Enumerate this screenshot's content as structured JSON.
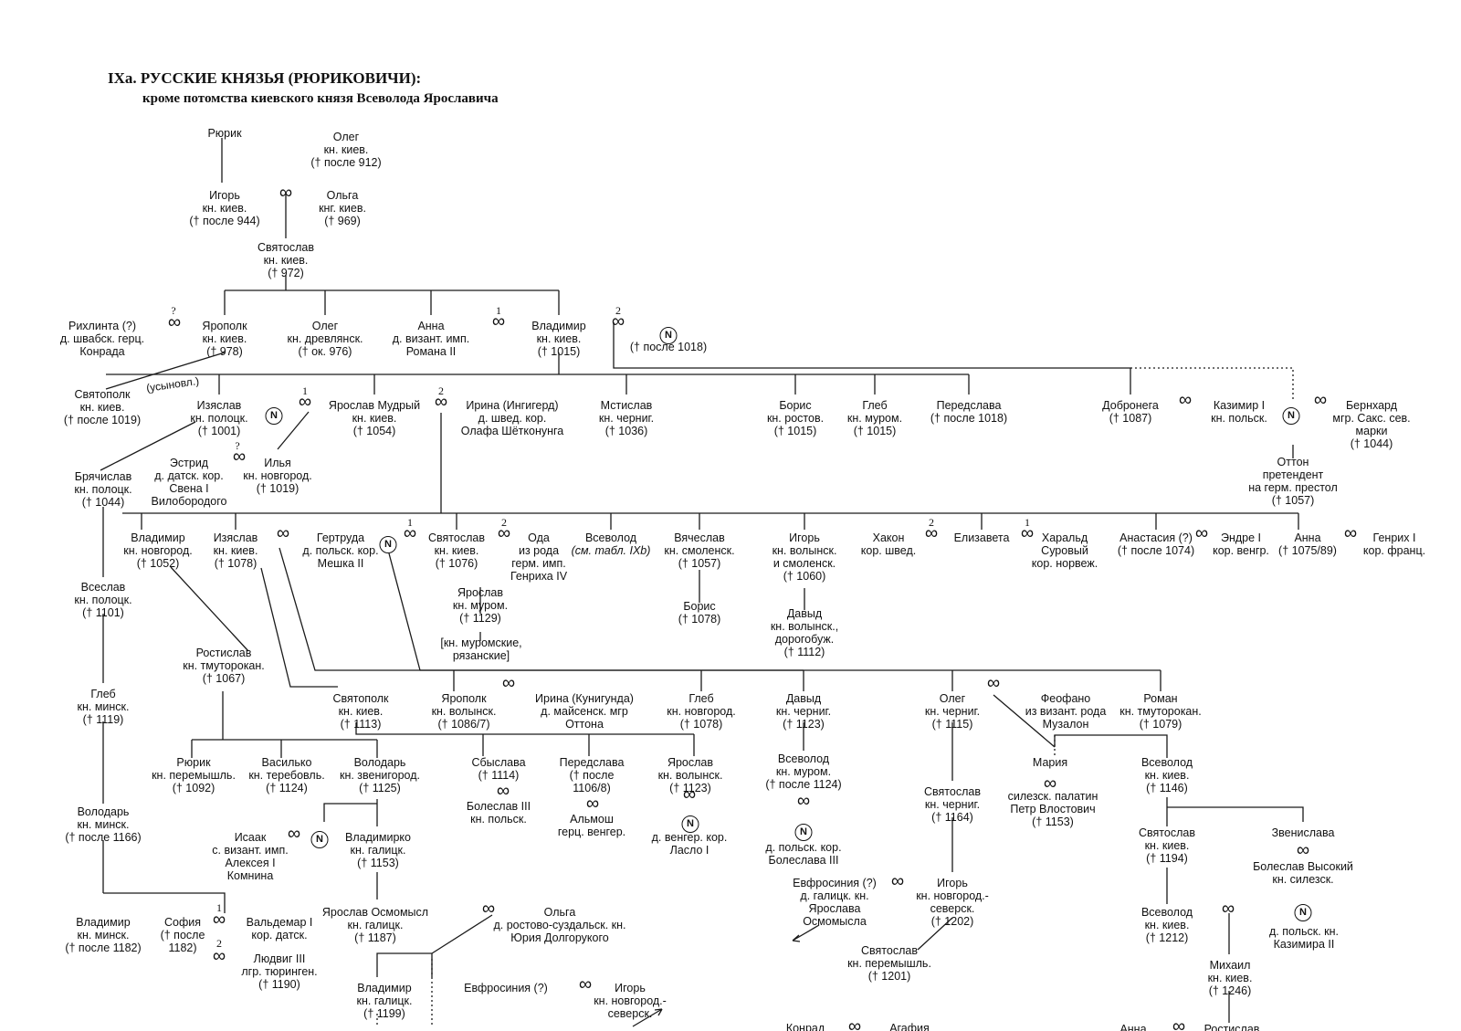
{
  "title": {
    "main": "IXa. РУССКИЕ КНЯЗЬЯ (РЮРИКОВИЧИ):",
    "sub": "кроме потомства киевского князя Всеволода Ярославича"
  },
  "symbols": {
    "marriage": "∞",
    "concubine": "N"
  },
  "persons": [
    {
      "id": "rurik",
      "lines": [
        "Рюрик"
      ]
    },
    {
      "id": "oleg_kiev",
      "lines": [
        "Олег",
        "кн. киев.",
        "(† после 912)"
      ]
    },
    {
      "id": "igor",
      "lines": [
        "Игорь",
        "кн. киев.",
        "(† после 944)"
      ]
    },
    {
      "id": "olga",
      "lines": [
        "Ольга",
        "кнг. киев.",
        "(† 969)"
      ]
    },
    {
      "id": "svyatoslav",
      "lines": [
        "Святослав",
        "кн. киев.",
        "(† 972)"
      ]
    },
    {
      "id": "rikhlinta",
      "lines": [
        "Рихлинта (?)",
        "д. швабск. герц.",
        "Конрада"
      ]
    },
    {
      "id": "yaropolk",
      "lines": [
        "Ярополк",
        "кн. киев.",
        "(† 978)"
      ]
    },
    {
      "id": "oleg_drev",
      "lines": [
        "Олег",
        "кн. древлянск.",
        "(† ок. 976)"
      ]
    },
    {
      "id": "anna_byz",
      "lines": [
        "Анна",
        "д. визант. имп.",
        "Романа II"
      ]
    },
    {
      "id": "vladimir",
      "lines": [
        "Владимир",
        "кн. киев.",
        "(† 1015)"
      ]
    },
    {
      "id": "vlad_wife2",
      "lines": [
        "(† после 1018)"
      ]
    },
    {
      "id": "svyatopolk1",
      "lines": [
        "Святополк",
        "кн. киев.",
        "(† после 1019)"
      ]
    },
    {
      "id": "adopted",
      "lines": [
        "(усыновл.)"
      ]
    },
    {
      "id": "izyaslav_pol",
      "lines": [
        "Изяслав",
        "кн. полоцк.",
        "(† 1001)"
      ]
    },
    {
      "id": "yaroslav",
      "lines": [
        "Ярослав Мудрый",
        "кн. киев.",
        "(† 1054)"
      ]
    },
    {
      "id": "irina",
      "lines": [
        "Ирина (Ингигерд)",
        "д. швед. кор.",
        "Олафа Шётконунга"
      ]
    },
    {
      "id": "mstislav",
      "lines": [
        "Мстислав",
        "кн. черниг.",
        "(† 1036)"
      ]
    },
    {
      "id": "boris1",
      "lines": [
        "Борис",
        "кн. ростов.",
        "(† 1015)"
      ]
    },
    {
      "id": "gleb1",
      "lines": [
        "Глеб",
        "кн. муром.",
        "(† 1015)"
      ]
    },
    {
      "id": "peredslava1",
      "lines": [
        "Передслава",
        "(† после 1018)"
      ]
    },
    {
      "id": "dobroneg",
      "lines": [
        "Добронега",
        "(† 1087)"
      ]
    },
    {
      "id": "kazimir",
      "lines": [
        "Казимир I",
        "кн. польск."
      ]
    },
    {
      "id": "bernhard",
      "lines": [
        "Бернхард",
        "мгр. Сакс. сев.",
        "марки",
        "(† 1044)"
      ]
    },
    {
      "id": "otton",
      "lines": [
        "Оттон",
        "претендент",
        "на герм. престол",
        "(† 1057)"
      ]
    },
    {
      "id": "estrid",
      "lines": [
        "Эстрид",
        "д. датск. кор.",
        "Свена I",
        "Вилобородого"
      ]
    },
    {
      "id": "ilya",
      "lines": [
        "Илья",
        "кн. новгород.",
        "(† 1019)"
      ]
    },
    {
      "id": "bryachislav",
      "lines": [
        "Брячислав",
        "кн. полоцк.",
        "(† 1044)"
      ]
    },
    {
      "id": "vseslav",
      "lines": [
        "Всеслав",
        "кн. полоцк.",
        "(† 1101)"
      ]
    },
    {
      "id": "gleb_minsk",
      "lines": [
        "Глеб",
        "кн. минск.",
        "(† 1119)"
      ]
    },
    {
      "id": "volodar_minsk",
      "lines": [
        "Володарь",
        "кн. минск.",
        "(† после 1166)"
      ]
    },
    {
      "id": "vladimir_minsk",
      "lines": [
        "Владимир",
        "кн. минск.",
        "(† после 1182)"
      ]
    },
    {
      "id": "sofia",
      "lines": [
        "София",
        "(† после",
        "1182)"
      ]
    },
    {
      "id": "valdemar",
      "lines": [
        "Вальдемар I",
        "кор. датск."
      ]
    },
    {
      "id": "ludwig",
      "lines": [
        "Людвиг III",
        "лгр. тюринген.",
        "(† 1190)"
      ]
    },
    {
      "id": "vladimir_nov",
      "lines": [
        "Владимир",
        "кн. новгород.",
        "(† 1052)"
      ]
    },
    {
      "id": "izyaslav_kiev",
      "lines": [
        "Изяслав",
        "кн. киев.",
        "(† 1078)"
      ]
    },
    {
      "id": "gertruda",
      "lines": [
        "Гертруда",
        "д. польск. кор.",
        "Мешка II"
      ]
    },
    {
      "id": "svyatoslav2",
      "lines": [
        "Святослав",
        "кн. киев.",
        "(† 1076)"
      ]
    },
    {
      "id": "oda",
      "lines": [
        "Ода",
        "из рода",
        "герм. имп.",
        "Генриха IV"
      ]
    },
    {
      "id": "yaroslav_murom",
      "lines": [
        "Ярослав",
        "кн. муром.",
        "(† 1129)"
      ]
    },
    {
      "id": "murom_princes",
      "lines": [
        "[кн. муромские,",
        "рязанские]"
      ]
    },
    {
      "id": "vsevolod",
      "lines": [
        "Всеволод",
        "(см. табл. IXb)"
      ]
    },
    {
      "id": "vyacheslav",
      "lines": [
        "Вячеслав",
        "кн. смоленск.",
        "(† 1057)"
      ]
    },
    {
      "id": "boris2",
      "lines": [
        "Борис",
        "(† 1078)"
      ]
    },
    {
      "id": "igor_vol",
      "lines": [
        "Игорь",
        "кн. волынск.",
        "и смоленск.",
        "(† 1060)"
      ]
    },
    {
      "id": "david_vol",
      "lines": [
        "Давыд",
        "кн. волынск.,",
        "дорогобуж.",
        "(† 1112)"
      ]
    },
    {
      "id": "hakon",
      "lines": [
        "Хакон",
        "кор. швед."
      ]
    },
    {
      "id": "elizaveta",
      "lines": [
        "Елизавета"
      ]
    },
    {
      "id": "harald",
      "lines": [
        "Харальд",
        "Суровый",
        "кор. норвеж."
      ]
    },
    {
      "id": "anastasia",
      "lines": [
        "Анастасия (?)",
        "(† после 1074)"
      ]
    },
    {
      "id": "andras",
      "lines": [
        "Эндре I",
        "кор. венгр."
      ]
    },
    {
      "id": "anna_fr",
      "lines": [
        "Анна",
        "(† 1075/89)"
      ]
    },
    {
      "id": "henri",
      "lines": [
        "Генрих I",
        "кор. франц."
      ]
    },
    {
      "id": "rostislav",
      "lines": [
        "Ростислав",
        "кн. тмуторокан.",
        "(† 1067)"
      ]
    },
    {
      "id": "svyatopolk2",
      "lines": [
        "Святополк",
        "кн. киев.",
        "(† 1113)"
      ]
    },
    {
      "id": "yaropolk2",
      "lines": [
        "Ярополк",
        "кн. волынск.",
        "(† 1086/7)"
      ]
    },
    {
      "id": "irina_kun",
      "lines": [
        "Ирина (Кунигунда)",
        "д. майсенск. мгр",
        "Оттона"
      ]
    },
    {
      "id": "gleb_nov",
      "lines": [
        "Глеб",
        "кн. новгород.",
        "(† 1078)"
      ]
    },
    {
      "id": "david_cher",
      "lines": [
        "Давыд",
        "кн. черниг.",
        "(† 1123)"
      ]
    },
    {
      "id": "oleg_cher",
      "lines": [
        "Олег",
        "кн. черниг.",
        "(† 1115)"
      ]
    },
    {
      "id": "feofano",
      "lines": [
        "Феофано",
        "из визант. рода",
        "Музалон"
      ]
    },
    {
      "id": "roman",
      "lines": [
        "Роман",
        "кн. тмуторокан.",
        "(† 1079)"
      ]
    },
    {
      "id": "rurik2",
      "lines": [
        "Рюрик",
        "кн. перемышль.",
        "(† 1092)"
      ]
    },
    {
      "id": "vasilko",
      "lines": [
        "Василько",
        "кн. теребовль.",
        "(† 1124)"
      ]
    },
    {
      "id": "volodar_zven",
      "lines": [
        "Володарь",
        "кн. звенигород.",
        "(† 1125)"
      ]
    },
    {
      "id": "sbyslava",
      "lines": [
        "Сбыслава",
        "(† 1114)"
      ]
    },
    {
      "id": "boleslaw3",
      "lines": [
        "Болеслав III",
        "кн. польск."
      ]
    },
    {
      "id": "peredslava2",
      "lines": [
        "Передслава",
        "(† после",
        "1106/8)"
      ]
    },
    {
      "id": "almos",
      "lines": [
        "Альмош",
        "герц. венгер."
      ]
    },
    {
      "id": "yaroslav_vol",
      "lines": [
        "Ярослав",
        "кн. волынск.",
        "(† 1123)"
      ]
    },
    {
      "id": "laszlo",
      "lines": [
        "д. венгер. кор.",
        "Ласло I"
      ]
    },
    {
      "id": "vsevolod_murom",
      "lines": [
        "Всеволод",
        "кн. муром.",
        "(† после 1124)"
      ]
    },
    {
      "id": "boleslav3d",
      "lines": [
        "д. польск. кор.",
        "Болеслава III"
      ]
    },
    {
      "id": "maria",
      "lines": [
        "Мария"
      ]
    },
    {
      "id": "petr",
      "lines": [
        "силезск. палатин",
        "Петр Влостович",
        "(† 1153)"
      ]
    },
    {
      "id": "vsevolod_kiev",
      "lines": [
        "Всеволод",
        "кн. киев.",
        "(† 1146)"
      ]
    },
    {
      "id": "isaak",
      "lines": [
        "Исаак",
        "с. визант. имп.",
        "Алексея I",
        "Комнина"
      ]
    },
    {
      "id": "vladimirko",
      "lines": [
        "Владимирко",
        "кн. галицк.",
        "(† 1153)"
      ]
    },
    {
      "id": "svyatoslav_cher",
      "lines": [
        "Святослав",
        "кн. черниг.",
        "(† 1164)"
      ]
    },
    {
      "id": "svyatoslav_kiev",
      "lines": [
        "Святослав",
        "кн. киев.",
        "(† 1194)"
      ]
    },
    {
      "id": "zvenislava",
      "lines": [
        "Звенислава"
      ]
    },
    {
      "id": "boleslav_tall",
      "lines": [
        "Болеслав Высокий",
        "кн. силезск."
      ]
    },
    {
      "id": "yaroslav_osm",
      "lines": [
        "Ярослав Осмомысл",
        "кн. галицк.",
        "(† 1187)"
      ]
    },
    {
      "id": "olga2",
      "lines": [
        "Ольга",
        "д. ростово-суздальск. кн.",
        "Юрия Долгорукого"
      ]
    },
    {
      "id": "evfrosinia",
      "lines": [
        "Евфросиния (?)",
        "д. галицк. кн.",
        "Ярослава",
        "Осмомысла"
      ]
    },
    {
      "id": "igor_nov",
      "lines": [
        "Игорь",
        "кн. новгород.-",
        "северск.",
        "(† 1202)"
      ]
    },
    {
      "id": "vsevolod_1212",
      "lines": [
        "Всеволод",
        "кн. киев.",
        "(† 1212)"
      ]
    },
    {
      "id": "kazimir2",
      "lines": [
        "д. польск. кн.",
        "Казимира II"
      ]
    },
    {
      "id": "svyatoslav_per",
      "lines": [
        "Святослав",
        "кн. перемышль.",
        "(† 1201)"
      ]
    },
    {
      "id": "mikhail",
      "lines": [
        "Михаил",
        "кн. киев.",
        "(† 1246)"
      ]
    },
    {
      "id": "vladimir_gal",
      "lines": [
        "Владимир",
        "кн. галицк.",
        "(† 1199)"
      ]
    },
    {
      "id": "evfrosinia2",
      "lines": [
        "Евфросиния (?)"
      ]
    },
    {
      "id": "igor2",
      "lines": [
        "Игорь",
        "кн. новгород.-",
        "северск."
      ]
    },
    {
      "id": "konrad",
      "lines": [
        "Конрад"
      ]
    },
    {
      "id": "agafia",
      "lines": [
        "Агафия"
      ]
    },
    {
      "id": "anna2",
      "lines": [
        "Анна"
      ]
    },
    {
      "id": "rostislav2",
      "lines": [
        "Ростислав"
      ]
    }
  ],
  "marriage_numbers": [
    "?",
    "1",
    "2",
    "1",
    "2",
    "?",
    "1",
    "2",
    "2",
    "1",
    "1",
    "2"
  ]
}
